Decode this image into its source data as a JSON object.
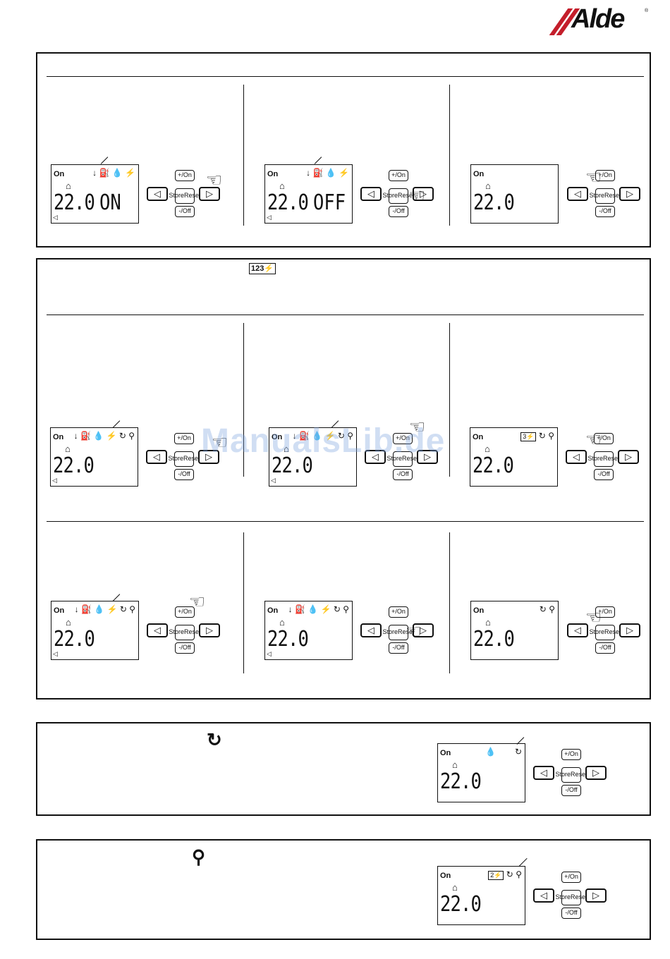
{
  "brand": {
    "logo_text": "Alde",
    "registered": "®"
  },
  "watermark": "ManualsLib.de",
  "lcd": {
    "on": "On",
    "house": "⌂",
    "temp": "22.0",
    "state_on": "ON",
    "state_off": "OFF",
    "icons_fuel": "↓ ⛽ 💧 ⚡",
    "icons_full": "↓ ⛽ 💧 ⚡ ↻ ⚲",
    "badge_3": "3⚡",
    "badge_2": "2⚡",
    "icon_flame": "💧",
    "icon_cycle": "↻",
    "icon_plug": "⚲",
    "speaker": "◁"
  },
  "keypad": {
    "plus": "+/On",
    "store": "Store",
    "reset": "Reset",
    "minus": "-/Off",
    "left": "◁",
    "right": "▷"
  },
  "symbols": {
    "badge_123": "123⚡",
    "cycle": "↻",
    "plug": "⚲"
  },
  "colors": {
    "brand_red": "#c41e2b",
    "watermark": "#78a0dc"
  }
}
